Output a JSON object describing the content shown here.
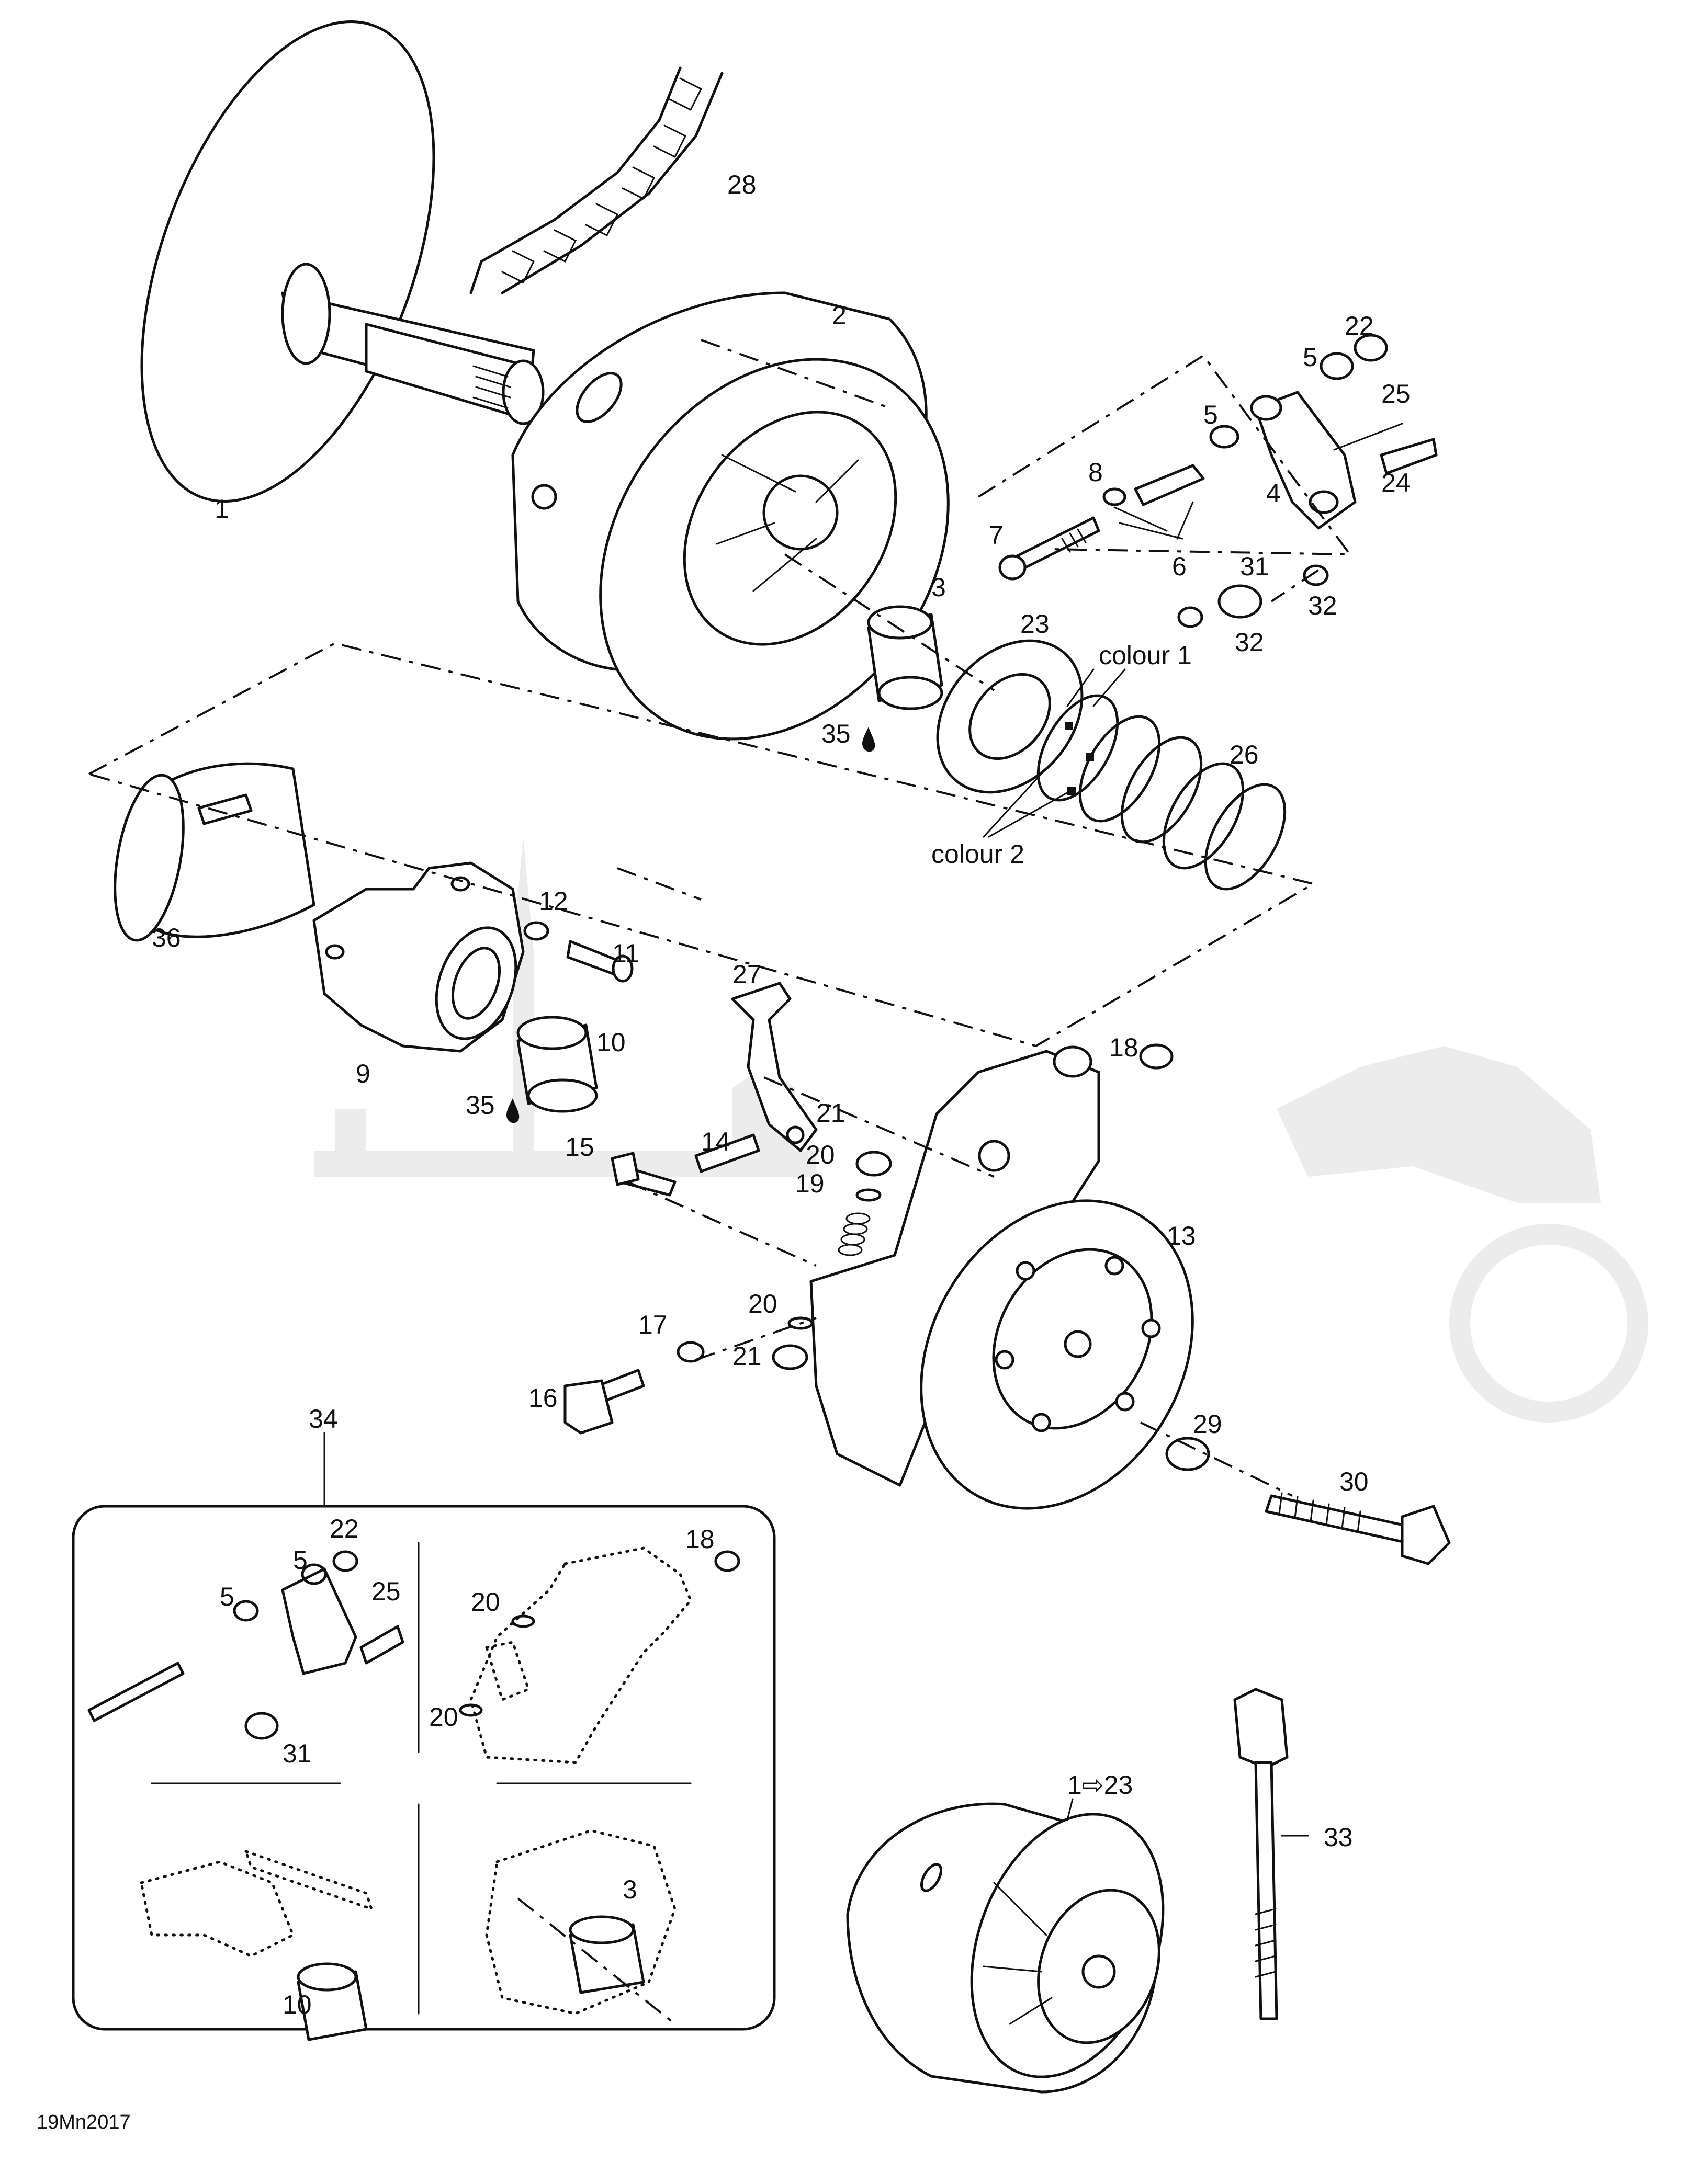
{
  "diagram": {
    "drawing_code": "19Mn2017",
    "callouts": {
      "c1": "1",
      "c2": "2",
      "c3": "3",
      "c4": "4",
      "c5a": "5",
      "c5b": "5",
      "c6": "6",
      "c7": "7",
      "c8": "8",
      "c9": "9",
      "c10": "10",
      "c11": "11",
      "c12": "12",
      "c13": "13",
      "c14": "14",
      "c15": "15",
      "c16": "16",
      "c17": "17",
      "c18": "18",
      "c19": "19",
      "c20a": "20",
      "c20b": "20",
      "c21a": "21",
      "c21b": "21",
      "c22": "22",
      "c23": "23",
      "c24": "24",
      "c25": "25",
      "c26": "26",
      "c27": "27",
      "c28": "28",
      "c29": "29",
      "c30": "30",
      "c31": "31",
      "c32a": "32",
      "c32b": "32",
      "c33": "33",
      "c34": "34",
      "c35a": "35",
      "c35b": "35",
      "c36": "36",
      "colour1": "colour 1",
      "colour2": "colour 2",
      "assembly": "1⇨23"
    },
    "inset": {
      "k5a": "5",
      "k5b": "5",
      "k22": "22",
      "k25": "25",
      "k31": "31",
      "k18": "18",
      "k20a": "20",
      "k20b": "20",
      "k10": "10",
      "k3": "3"
    }
  }
}
